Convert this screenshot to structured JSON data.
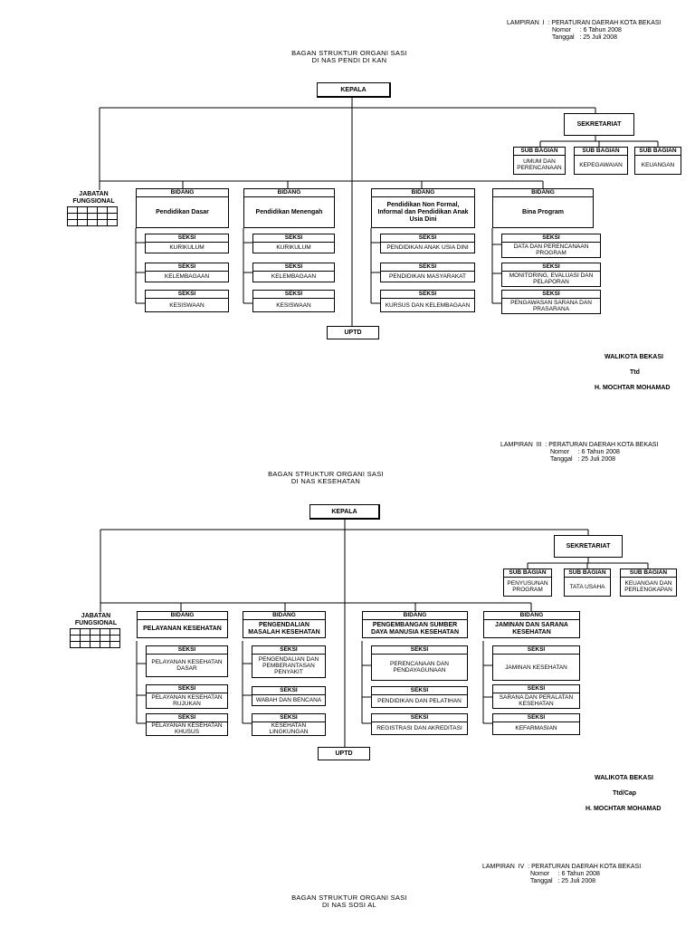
{
  "doc1": {
    "lampiran": "LAMPIRAN  I  : PERATURAN DAERAH KOTA BEKASI",
    "nomor": "Nomor     : 6 Tahun 2008",
    "tanggal": "Tanggal   : 25 Juli 2008",
    "title1": "BAGAN STRUKTUR ORGANI SASI",
    "title2": "DI NAS PENDI DI KAN",
    "kepala": "KEPALA",
    "sekretariat": "SEKRETARIAT",
    "sub_bagian": [
      {
        "head": "SUB BAGIAN",
        "body": "UMUM DAN PERENCANAAN"
      },
      {
        "head": "SUB BAGIAN",
        "body": "KEPEGAWAIAN"
      },
      {
        "head": "SUB BAGIAN",
        "body": "KEUANGAN"
      }
    ],
    "jabatan": "JABATAN FUNGSIONAL",
    "bidang": [
      {
        "head": "BIDANG",
        "body": "Pendidikan Dasar",
        "seksi": [
          "KURIKULUM",
          "KELEMBAGAAN",
          "KESISWAAN"
        ]
      },
      {
        "head": "BIDANG",
        "body": "Pendidikan Menengah",
        "seksi": [
          "KURIKULUM",
          "KELEMBAGAAN",
          "KESISWAAN"
        ]
      },
      {
        "head": "BIDANG",
        "body": "Pendidikan Non Formal, Informal dan Pendidikan Anak Usia Dini",
        "seksi": [
          "PENDIDIKAN ANAK USIA DINI",
          "PENDIDIKAN MASYARAKAT",
          "KURSUS DAN KELEMBAGAAN"
        ]
      },
      {
        "head": "BIDANG",
        "body": "Bina Program",
        "seksi": [
          "DATA DAN PERENCANAAN PROGRAM",
          "MONITORING, EVALUASI DAN PELAPORAN",
          "PENGAWASAN SARANA DAN PRASARANA"
        ]
      }
    ],
    "seksi_label": "SEKSI",
    "uptd": "UPTD",
    "sign1": "WALIKOTA BEKASI",
    "sign2": "Ttd",
    "sign3": "H. MOCHTAR MOHAMAD"
  },
  "doc2": {
    "lampiran": "LAMPIRAN  III  : PERATURAN DAERAH KOTA BEKASI",
    "nomor": "Nomor     : 6 Tahun 2008",
    "tanggal": "Tanggal   : 25 Juli 2008",
    "title1": "BAGAN STRUKTUR ORGANI SASI",
    "title2": "DI NAS KESEHATAN",
    "kepala": "KEPALA",
    "sekretariat": "SEKRETARIAT",
    "sub_bagian": [
      {
        "head": "SUB BAGIAN",
        "body": "PENYUSUNAN PROGRAM"
      },
      {
        "head": "SUB BAGIAN",
        "body": "TATA USAHA"
      },
      {
        "head": "SUB BAGIAN",
        "body": "KEUANGAN DAN PERLENGKAPAN"
      }
    ],
    "jabatan": "JABATAN FUNGSIONAL",
    "bidang": [
      {
        "head": "BIDANG",
        "body": "PELAYANAN KESEHATAN",
        "seksi": [
          "PELAYANAN KESEHATAN DASAR",
          "PELAYANAN KESEHATAN RUJUKAN",
          "PELAYANAN KESEHATAN KHUSUS"
        ]
      },
      {
        "head": "BIDANG",
        "body": "PENGENDALIAN MASALAH KESEHATAN",
        "seksi": [
          "PENGENDALIAN DAN PEMBERANTASAN PENYAKIT",
          "WABAH DAN BENCANA",
          "KESEHATAN LINGKUNGAN"
        ]
      },
      {
        "head": "BIDANG",
        "body": "PENGEMBANGAN SUMBER DAYA MANUSIA KESEHATAN",
        "seksi": [
          "PERENCANAAN DAN PENDAYAGUNAAN",
          "PENDIDIKAN DAN PELATIHAN",
          "REGISTRASI DAN AKREDITASI"
        ]
      },
      {
        "head": "BIDANG",
        "body": "JAMINAN DAN SARANA KESEHATAN",
        "seksi": [
          "JAMINAN KESEHATAN",
          "SARANA DAN PERALATAN KESEHATAN",
          "KEFARMASIAN"
        ]
      }
    ],
    "seksi_label": "SEKSI",
    "uptd": "UPTD",
    "sign1": "WALIKOTA BEKASI",
    "sign2": "Ttd/Cap",
    "sign3": "H. MOCHTAR MOHAMAD"
  },
  "doc3": {
    "lampiran": "LAMPIRAN  IV  : PERATURAN DAERAH KOTA BEKASI",
    "nomor": "Nomor     : 6 Tahun 2008",
    "tanggal": "Tanggal   : 25 Juli 2008",
    "title1": "BAGAN STRUKTUR ORGANI SASI",
    "title2": "DI NAS SOSI AL"
  }
}
